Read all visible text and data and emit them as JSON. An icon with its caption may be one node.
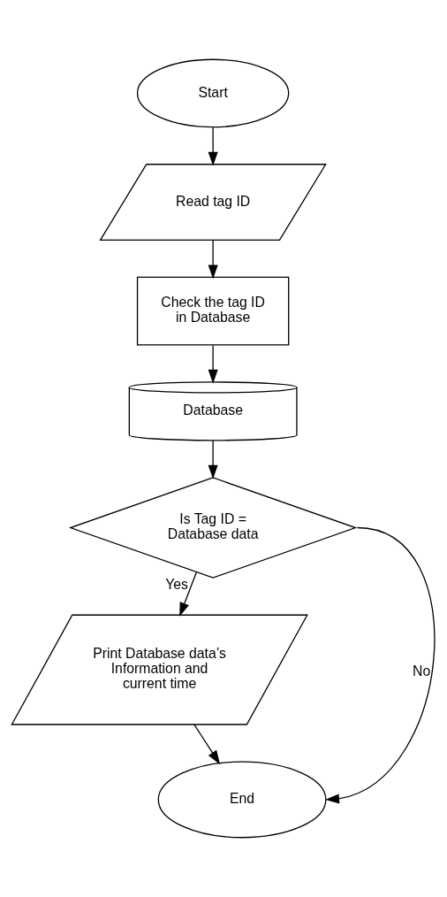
{
  "diagram": {
    "nodes": [
      {
        "text": [
          "Start"
        ]
      },
      {
        "text": [
          "Read tag ID"
        ]
      },
      {
        "text": [
          "Check the tag ID in Database"
        ]
      },
      {
        "text": [
          "Database"
        ]
      },
      {
        "text": [
          "Is Tag ID = Database data"
        ]
      },
      {
        "text": [
          "Print Database data’s Information and current time"
        ]
      },
      {
        "text": [
          "End"
        ]
      }
    ],
    "edges": [
      {
        "from": 0,
        "to": 1,
        "arrow": "to"
      },
      {
        "from": 1,
        "to": 2,
        "arrow": "to"
      },
      {
        "from": 2,
        "to": 3,
        "arrow": "to"
      },
      {
        "from": 3,
        "to": 4,
        "arrow": "to"
      },
      {
        "from": 4,
        "to": 5,
        "arrow": "to",
        "label": "Yes"
      },
      {
        "from": 4,
        "to": 6,
        "arrow": "to",
        "label": "No"
      },
      {
        "from": 5,
        "to": 6,
        "arrow": "to"
      }
    ]
  }
}
